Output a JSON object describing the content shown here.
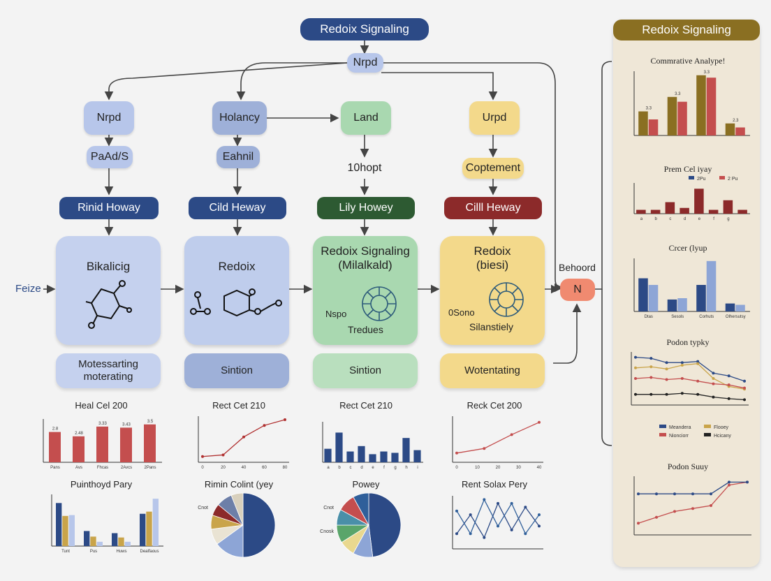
{
  "header": {
    "title": "Redoix Signaling",
    "root": "Nrpd"
  },
  "entry_label": "Feize",
  "merge": {
    "label": "Behoord",
    "node": "N"
  },
  "columns": [
    {
      "top": "Nrpd",
      "sub": "PaAd/S",
      "bar": "Rinid Howay",
      "panel_title": "Bikalicig",
      "panel_lines": [],
      "footer": "Motessarting\nmoterating",
      "colors": {
        "node": "#b7c6ea",
        "bar": "#2c4a86",
        "panel": "#c5d1ee",
        "footer": "#c5d1ee"
      }
    },
    {
      "top": "Holancy",
      "sub": "Eahnil",
      "bar": "Cild Heway",
      "panel_title": "Redoix",
      "panel_lines": [],
      "footer": "Sintion",
      "colors": {
        "node": "#9eb0d8",
        "bar": "#2c4a86",
        "panel": "#bfcdec",
        "footer": "#9eb0d8"
      }
    },
    {
      "top": "Land",
      "sub": "10hopt",
      "bar": "Lily Howey",
      "panel_title": "Redoix Signaling\n(Milalkald)",
      "panel_lines": [
        "Nspo",
        "Tredues"
      ],
      "footer": "Sintion",
      "colors": {
        "node": "#a9d8b0",
        "bar": "#2d5a32",
        "panel": "#a9d8b0",
        "footer": "#b9dfbe"
      }
    },
    {
      "top": "Urpd",
      "sub": "Coptement",
      "bar": "Cilll Heway",
      "panel_title": "Redoix\n(biesi)",
      "panel_lines": [
        "0Sono",
        "Silanstiely"
      ],
      "footer": "Wotentating",
      "colors": {
        "node": "#f3d98b",
        "bar": "#8c2a2a",
        "panel": "#f3d98b",
        "footer": "#f3d98b"
      }
    }
  ],
  "bottom_charts": [
    {
      "title": "Heal Cel 200",
      "chart_data": {
        "type": "bar",
        "categories": [
          "Pans",
          "Avs",
          "Fhcas",
          "2Avcs",
          "2Pans"
        ],
        "values": [
          2.8,
          2.4,
          3.3,
          3.2,
          3.5
        ],
        "labels": [
          "2.8",
          "2.48",
          "3.33",
          "3.43",
          "3.5"
        ],
        "ylim": [
          0,
          4
        ],
        "color": "#c44e4e"
      }
    },
    {
      "title": "Rect Cet 210",
      "chart_data": {
        "type": "line",
        "categories": [
          "0",
          "20",
          "40",
          "60",
          "80"
        ],
        "values": [
          25,
          32,
          110,
          160,
          185
        ],
        "ylim": [
          0,
          200
        ],
        "color": "#b03030"
      }
    },
    {
      "title": "Rect Cet 210",
      "chart_data": {
        "type": "bar",
        "categories": [
          "a",
          "b",
          "c",
          "d",
          "e",
          "f",
          "g",
          "h",
          "i"
        ],
        "values": [
          10,
          22,
          8,
          12,
          6,
          8,
          7,
          18,
          9
        ],
        "ylim": [
          0,
          30
        ],
        "color": "#2c4a86"
      }
    },
    {
      "title": "Reck Cet 200",
      "chart_data": {
        "type": "line",
        "categories": [
          "0",
          "10",
          "20",
          "30",
          "40"
        ],
        "values": [
          30,
          45,
          90,
          130
        ],
        "ylim": [
          0,
          150
        ],
        "color": "#c44e4e"
      }
    },
    {
      "title": "Puinthoyd Pary",
      "chart_data": {
        "type": "bar",
        "categories": [
          "Tunt",
          "Pus",
          "Huws",
          "Dealfaous"
        ],
        "series": [
          {
            "values": [
              100,
              35,
              30,
              75
            ],
            "color": "#2c4a86"
          },
          {
            "values": [
              70,
              22,
              20,
              80
            ],
            "color": "#c9a44a"
          },
          {
            "values": [
              72,
              10,
              10,
              110
            ],
            "color": "#b7c6ea"
          }
        ],
        "ylim": [
          0,
          120
        ]
      }
    },
    {
      "title": "Rimin Colint (yey",
      "chart_data": {
        "type": "pie",
        "labels": [
          "Cnot"
        ],
        "values": [
          50,
          15,
          8,
          7,
          6,
          8,
          6
        ],
        "colors": [
          "#2c4a86",
          "#8da5d6",
          "#e9e3d3",
          "#c9a44a",
          "#8c2a2a",
          "#6d7fa8",
          "#d8d0bd"
        ]
      }
    },
    {
      "title": "Powey",
      "chart_data": {
        "type": "pie",
        "labels": [
          "Cnot",
          "Cnosk"
        ],
        "values": [
          48,
          10,
          8,
          9,
          8,
          9,
          8
        ],
        "colors": [
          "#2c4a86",
          "#8da5d6",
          "#e9d88f",
          "#5aa56a",
          "#4a8fa8",
          "#c44e4e",
          "#2f5f9a"
        ]
      }
    },
    {
      "title": "Rent Solax Pery",
      "chart_data": {
        "type": "line",
        "series": [
          {
            "values": [
              20,
              45,
              15,
              60,
              25,
              55,
              30
            ],
            "color": "#2c4a86"
          },
          {
            "values": [
              50,
              20,
              65,
              30,
              60,
              20,
              45
            ],
            "color": "#2f5f9a"
          }
        ],
        "ylim": [
          0,
          70
        ]
      }
    }
  ],
  "side": {
    "title": "Redoix Signaling",
    "charts": [
      {
        "title": "Commrative Analype!",
        "chart_data": {
          "type": "bar",
          "series": [
            {
              "values": [
                30,
                48,
                75,
                15
              ],
              "color": "#8a6f22"
            },
            {
              "values": [
                20,
                42,
                72,
                10
              ],
              "color": "#c44e4e"
            }
          ],
          "labels": [
            "3.3",
            "3.3",
            "3.3",
            "2.3"
          ],
          "ylim": [
            0,
            80
          ]
        }
      },
      {
        "title": "Prem Cel iyay",
        "chart_data": {
          "type": "bar",
          "legend": [
            "2Pu",
            "2 Pu"
          ],
          "categories": [
            "a",
            "b",
            "c",
            "d",
            "e",
            "f",
            "g"
          ],
          "values": [
            1.0,
            1.0,
            3.0,
            1.5,
            6.5,
            1.0,
            3.5,
            1.0
          ],
          "ylim": [
            0,
            8
          ],
          "color": "#8c2a2a"
        }
      },
      {
        "title": "Crcer (lyup",
        "chart_data": {
          "type": "bar",
          "categories": [
            "Dtas",
            "Sesols",
            "Corhuts",
            "Olhersutsy"
          ],
          "series": [
            {
              "values": [
                25,
                9,
                20,
                6
              ],
              "color": "#2c4a86"
            },
            {
              "values": [
                20,
                10,
                38,
                5
              ],
              "color": "#8da5d6"
            }
          ],
          "ylim": [
            0,
            40
          ]
        }
      },
      {
        "title": "Podon typky",
        "chart_data": {
          "type": "line",
          "series": [
            {
              "values": [
                90,
                88,
                80,
                80,
                82,
                60,
                55,
                45
              ],
              "color": "#2c4a86"
            },
            {
              "values": [
                70,
                72,
                68,
                75,
                78,
                50,
                35,
                30
              ],
              "color": "#c9a44a"
            },
            {
              "values": [
                50,
                52,
                48,
                50,
                45,
                40,
                38,
                32
              ],
              "color": "#c44e4e"
            },
            {
              "values": [
                20,
                20,
                20,
                22,
                20,
                15,
                12,
                10
              ],
              "color": "#222222"
            }
          ],
          "legend": [
            "Meandera",
            "Flooey",
            "Nionciorr",
            "Hcicany"
          ],
          "ylim": [
            0,
            100
          ]
        }
      },
      {
        "title": "Podon Suuy",
        "chart_data": {
          "type": "line",
          "series": [
            {
              "values": [
                20,
                30,
                40,
                45,
                50,
                85,
                90
              ],
              "color": "#c44e4e"
            },
            {
              "values": [
                70,
                70,
                70,
                70,
                70,
                90,
                90
              ],
              "color": "#2c4a86"
            }
          ],
          "ylim": [
            0,
            100
          ]
        }
      }
    ]
  }
}
